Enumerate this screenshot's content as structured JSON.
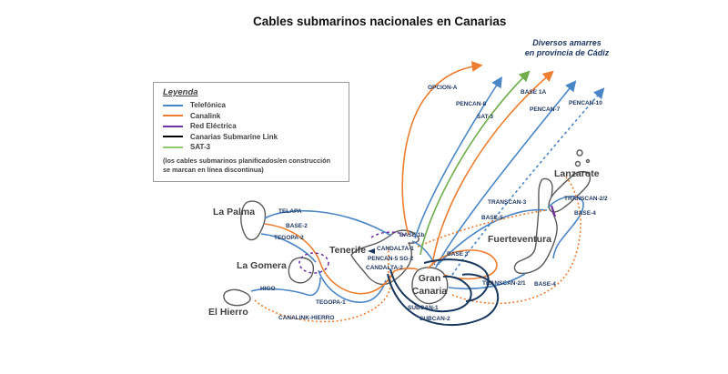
{
  "title": "Cables submarinos nacionales en Canarias",
  "cadiz_note": "Diversos amarres\nen provincia de Cádiz",
  "legend": {
    "title": "Leyenda",
    "entries": [
      {
        "label": "Telefónica",
        "color": "#4a86c5"
      },
      {
        "label": "Canalink",
        "color": "#ed7d31"
      },
      {
        "label": "Red Eléctrica",
        "color": "#7030a0"
      },
      {
        "label": "Canarias Submarine Link",
        "color": "#000000"
      },
      {
        "label": "SAT-3",
        "color": "#8fc973"
      }
    ],
    "note": "(los cables submarinos planificados/en construcción\nse marcan en línea discontinua)"
  },
  "colors": {
    "telefonica_blue": "#4a86c5",
    "canalink_orange": "#ed7d31",
    "red_electrica_purple": "#7030a0",
    "csl_navy": "#17375e",
    "sat3_green": "#6fae4b",
    "island_outline": "#5a5a5a",
    "map_label_navy": "#1f3864"
  },
  "islands": {
    "la_palma": "La Palma",
    "tenerife": "Tenerife",
    "la_gomera": "La Gomera",
    "el_hierro": "El Hierro",
    "gran_canaria": "Gran\nCanaria",
    "fuerteventura": "Fuerteventura",
    "lanzarote": "Lanzarote"
  },
  "cables": {
    "telapa": "TELAPA",
    "base2": "BASE-2",
    "tegopa2": "TEGOPA-2",
    "tegopa1": "TEGOPA-1",
    "higo": "HIGO",
    "canalink_hierro": "CANALINK-HIERRO",
    "base1b": "BASE 1b",
    "candalta1": "CANDALTA-1",
    "pencan5": "PENCAN-5 SG-2",
    "candalta2": "CANDALTA-2",
    "base3": "BASE 3",
    "subcan1": "SUBCAN-1",
    "subcan2": "SUBCAN-2",
    "transcan21": "TRANSCAN-2/1",
    "base4_south": "BASE-4",
    "transcan3": "TRANSCAN-3",
    "transcan22": "TRANSCAN-2/2",
    "base5": "BASE-5",
    "base4_east": "BASE-4",
    "opcion_a": "OPCION-A",
    "pencan8": "PENCAN-8",
    "sat3": "SAT-3",
    "base1a": "BASE 1A",
    "pencan7": "PENCAN-7",
    "pencan10": "PENCAN-10"
  }
}
